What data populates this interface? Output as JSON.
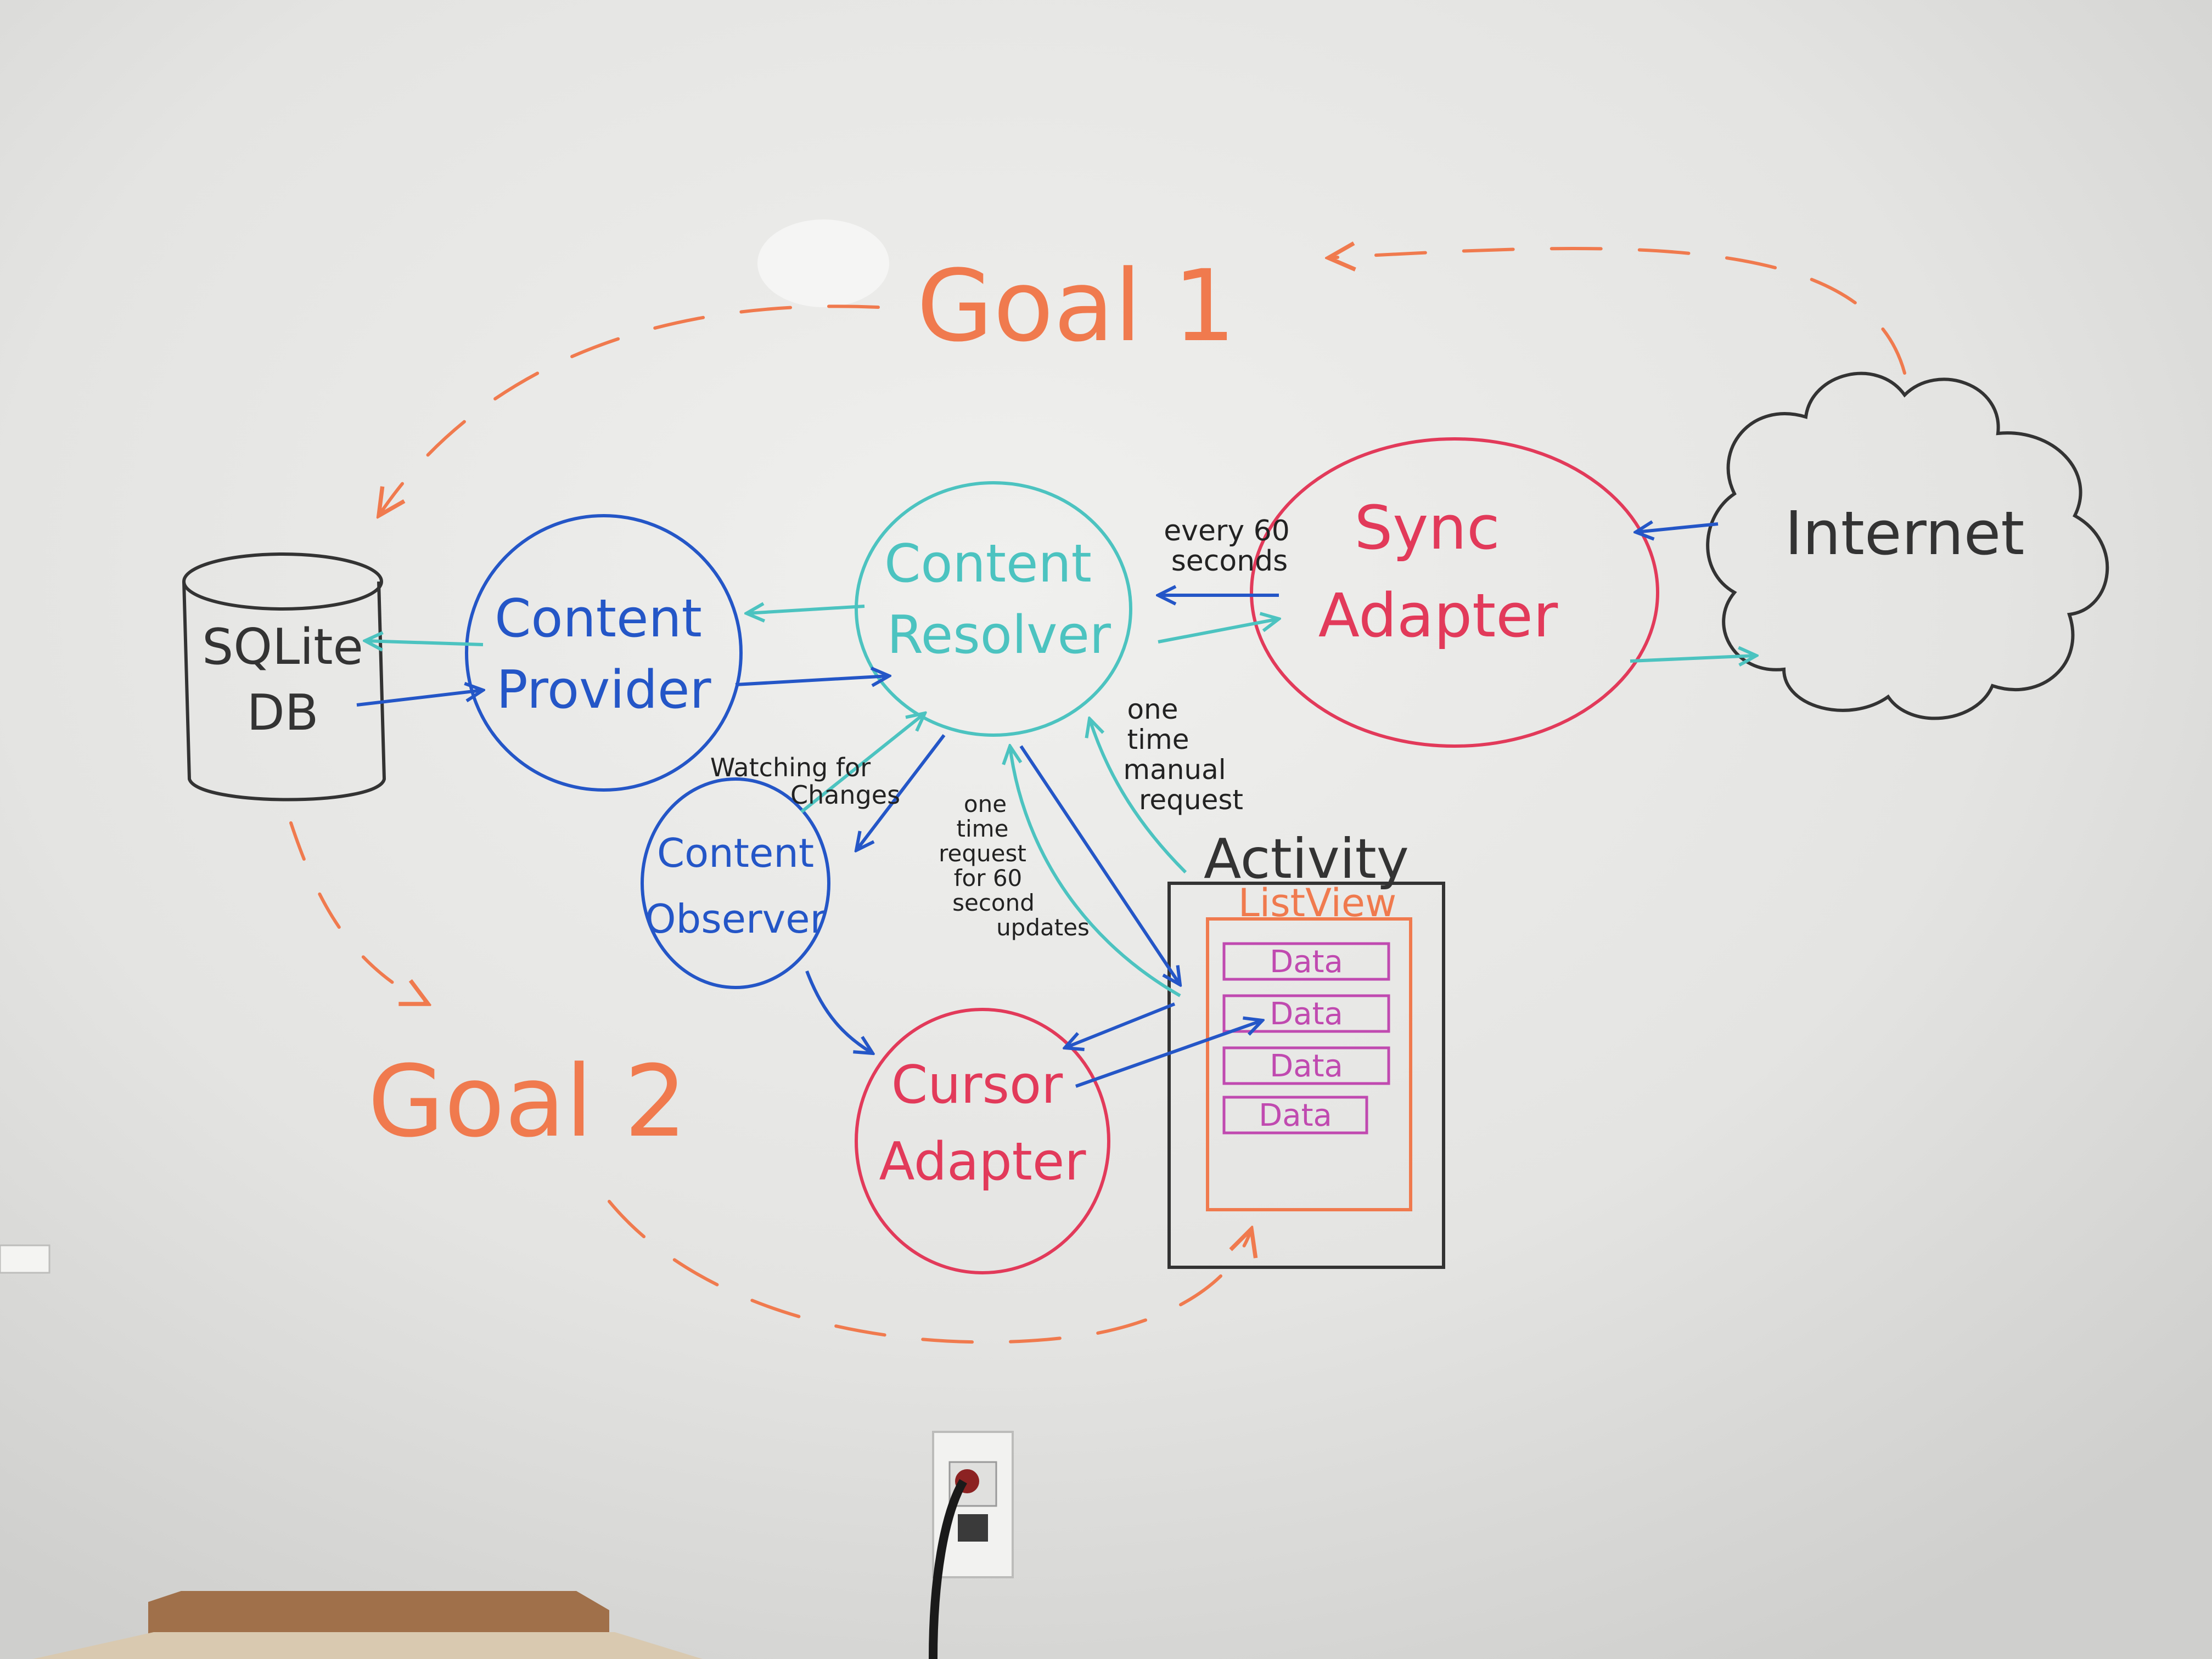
{
  "colors": {
    "orange": "#f07a4e",
    "blue": "#2456c7",
    "teal": "#4cc3c0",
    "red": "#e23a5a",
    "black": "#333333",
    "magenta": "#c04ab0",
    "wall": "#e9e9e7"
  },
  "goals": {
    "goal1": "Goal 1",
    "goal2": "Goal 2"
  },
  "nodes": {
    "sqlite": {
      "line1": "SQLite",
      "line2": "DB"
    },
    "provider": {
      "line1": "Content",
      "line2": "Provider"
    },
    "resolver": {
      "line1": "Content",
      "line2": "Resolver"
    },
    "sync": {
      "line1": "Sync",
      "line2": "Adapter"
    },
    "internet": {
      "label": "Internet"
    },
    "observer": {
      "line1": "Content",
      "line2": "Observer"
    },
    "cursor": {
      "line1": "Cursor",
      "line2": "Adapter"
    },
    "activity": {
      "label": "Activity",
      "listview": "ListView",
      "rows": [
        "Data",
        "Data",
        "Data",
        "Data"
      ]
    }
  },
  "annotations": {
    "every60": {
      "line1": "every 60",
      "line2": "seconds"
    },
    "watching": {
      "line1": "Watching for",
      "line2": "Changes"
    },
    "oneTimeUpdates": {
      "line1": "one",
      "line2": "time",
      "line3": "request",
      "line4": "for 60",
      "line5": "second",
      "line6": "updates"
    },
    "oneTimeManual": {
      "line1": "one",
      "line2": "time",
      "line3": "manual",
      "line4": "request"
    }
  }
}
